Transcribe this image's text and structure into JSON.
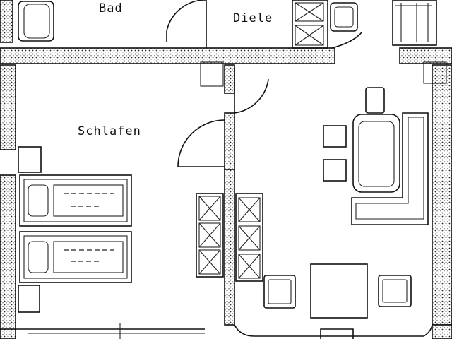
{
  "rooms": {
    "bad": "Bad",
    "diele": "Diele",
    "schlafen": "Schlafen"
  },
  "colors": {
    "ink": "#111111",
    "paper": "#ffffff"
  }
}
